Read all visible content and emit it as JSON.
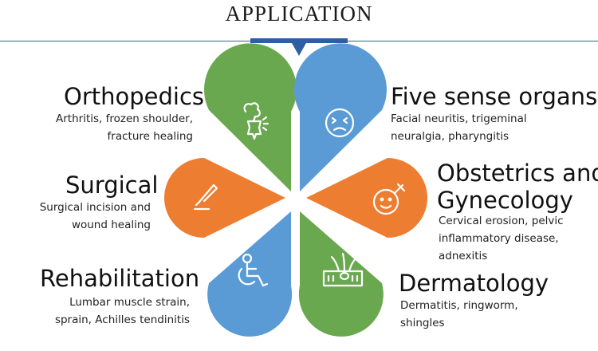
{
  "header": {
    "title": "APPLICATION"
  },
  "colors": {
    "green": "#6aa84f",
    "blue": "#5b9bd5",
    "orange": "#ed7d31",
    "header_blue": "#2f5fa3"
  },
  "categories": {
    "orthopedics": {
      "title": "Orthopedics",
      "desc_lines": [
        "Arthritis, frozen shoulder,",
        "fracture healing"
      ],
      "icon": "bone-joint-icon",
      "color": "green"
    },
    "surgical": {
      "title": "Surgical",
      "desc_lines": [
        "Surgical incision and",
        "wound healing"
      ],
      "icon": "scalpel-icon",
      "color": "orange"
    },
    "rehabilitation": {
      "title": "Rehabilitation",
      "desc_lines": [
        "Lumbar muscle strain,",
        "sprain, Achilles tendinitis"
      ],
      "icon": "wheelchair-icon",
      "color": "blue"
    },
    "five_sense": {
      "title": "Five sense organs",
      "desc_lines": [
        "Facial neuritis, trigeminal",
        "neuralgia, pharyngitis"
      ],
      "icon": "face-icon",
      "color": "blue"
    },
    "obstetrics": {
      "title_lines": [
        "Obstetrics and",
        "Gynecology"
      ],
      "desc_lines": [
        "Cervical erosion, pelvic",
        "inflammatory disease,",
        "adnexitis"
      ],
      "icon": "female-symbol-face-icon",
      "color": "orange"
    },
    "dermatology": {
      "title": "Dermatology",
      "desc_lines": [
        "Dermatitis, ringworm,",
        "shingles"
      ],
      "icon": "skin-hair-icon",
      "color": "green"
    }
  }
}
